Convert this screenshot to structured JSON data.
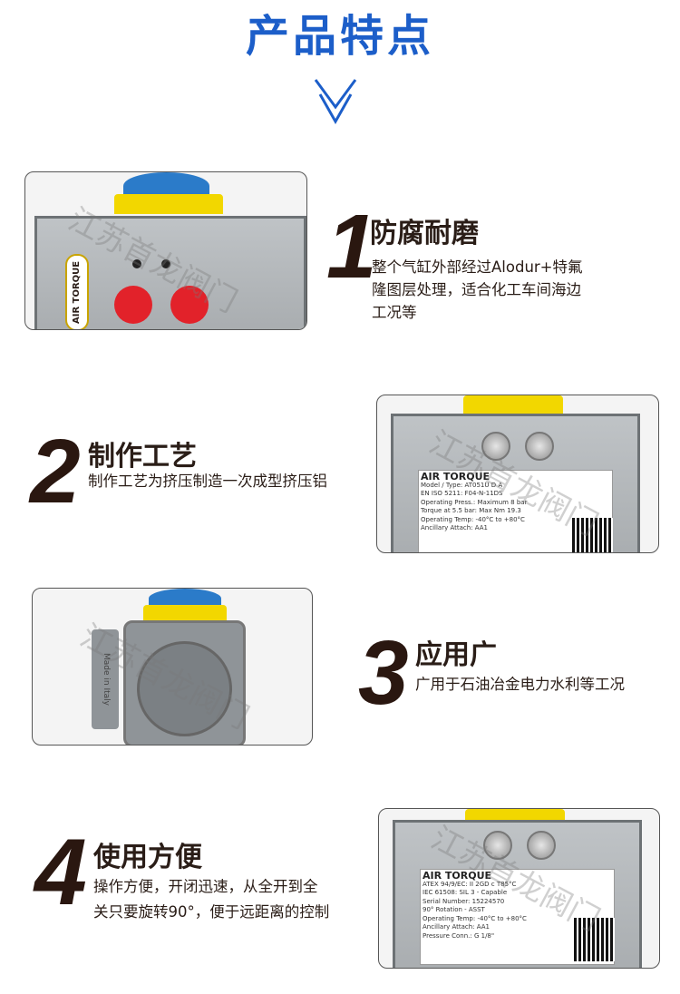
{
  "header": {
    "title": "产品特点",
    "chevron_icon": "double-chevron-down-icon",
    "title_color": "#1c5ec9"
  },
  "watermark": "江苏首龙阀门",
  "features": [
    {
      "number": "1",
      "heading": "防腐耐磨",
      "lines": [
        "整个气缸外部经过Alodur+特氟",
        "隆图层处理，适合化工车间海边",
        "工况等"
      ]
    },
    {
      "number": "2",
      "heading": "制作工艺",
      "lines": [
        "制作工艺为挤压制造一次成型挤压铝"
      ]
    },
    {
      "number": "3",
      "heading": "应用广",
      "lines": [
        "广用于石油冶金电力水利等工况"
      ]
    },
    {
      "number": "4",
      "heading": "使用方便",
      "lines": [
        "操作方便，开闭迅速，从全开到全",
        "关只要旋转90°，便于远距离的控制"
      ]
    }
  ],
  "photo_text": {
    "brand": "AIR TORQUE",
    "brand_side": "AIR TORQUE",
    "label_rows": [
      "Model / Type: AT051U D A",
      "EN ISO 5211: F04-N-11DS",
      "Operating Press.: Maximum 8 bar",
      "Torque at 5.5 bar: Max Nm 19.3",
      "Operating Temp: -40°C to +80°C",
      "Ancillary Attach: AA1"
    ],
    "label_right": [
      "ATEX 94/9/EC: II 2GD c T85°C",
      "IEC 61508: SIL 3 - Capable",
      "Serial Number: 15224570",
      "90° Rotation - ASST"
    ],
    "extra_row": "Pressure Conn.: G 1/8\"",
    "cast_text": "Made in Italy"
  }
}
